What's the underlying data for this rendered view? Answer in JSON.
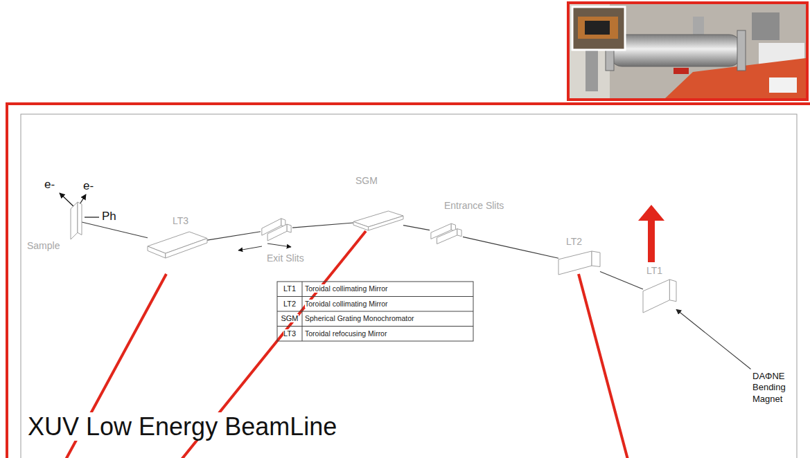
{
  "diagram": {
    "title": "XUV Low Energy BeamLine",
    "nodes": [
      {
        "text": [
          "Sample"
        ]
      },
      {
        "text": [
          "LT3"
        ]
      },
      {
        "text": [
          "Exit Slits"
        ]
      },
      {
        "text": [
          "SGM"
        ]
      },
      {
        "text": [
          "Entrance Slits"
        ]
      },
      {
        "text": [
          "LT2"
        ]
      },
      {
        "text": [
          "LT1"
        ]
      },
      {
        "text": [
          "DAΦNE Bending Magnet"
        ]
      }
    ],
    "edges": [
      {
        "from": 7,
        "to": 6,
        "arrow": "to"
      },
      {
        "from": 6,
        "to": 5,
        "arrow": "none"
      },
      {
        "from": 5,
        "to": 4,
        "arrow": "none"
      },
      {
        "from": 4,
        "to": 3,
        "arrow": "none"
      },
      {
        "from": 3,
        "to": 2,
        "arrow": "none"
      },
      {
        "from": 2,
        "to": 1,
        "arrow": "none"
      },
      {
        "from": 1,
        "to": 0,
        "arrow": "none"
      }
    ],
    "labels": [
      "e-",
      "e-",
      "Ph",
      "LT1",
      "Toroidal collimating Mirror",
      "LT2",
      "Toroidal collimating Mirror",
      "SGM",
      "Spherical Grating Monochromator",
      "LT3",
      "Toroidal refocusing Mirror"
    ]
  }
}
